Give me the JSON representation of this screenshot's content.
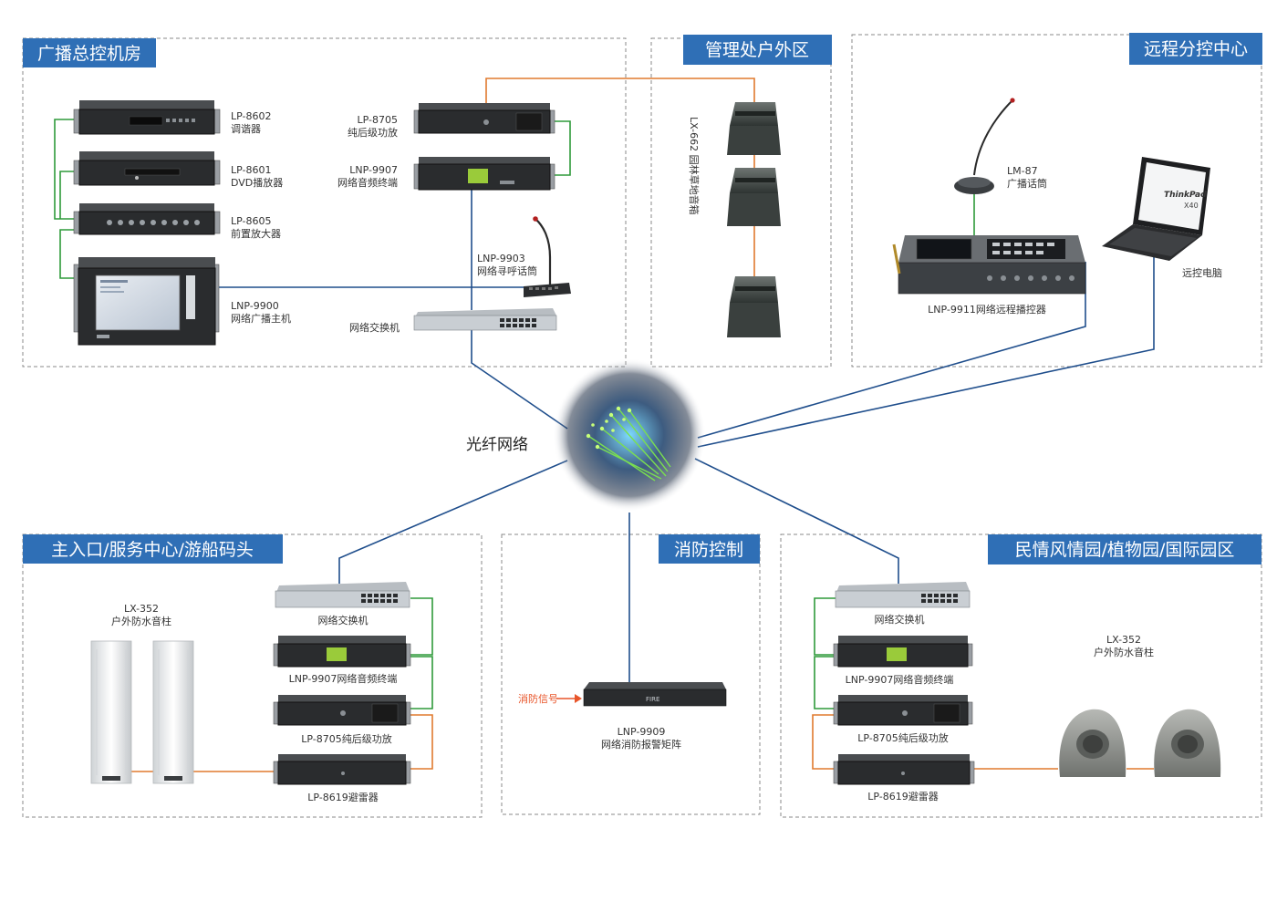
{
  "colors": {
    "zone_title_bg": "#2f6fb6",
    "zone_border": "#8a8a8a",
    "network_line": "#1f4e8c",
    "green_link": "#2e9a3a",
    "orange_link": "#e07a2e",
    "fire_signal": "#e8552a"
  },
  "zones": {
    "control_room": "广播总控机房",
    "mgmt_outdoor": "管理处户外区",
    "remote_center": "远程分控中心",
    "entrance": "主入口/服务中心/游船码头",
    "fire": "消防控制",
    "gardens": "民情风情园/植物园/国际园区"
  },
  "center": {
    "label": "光纤网络"
  },
  "control_room": {
    "tuner": {
      "model": "LP-8602",
      "name": "调谐器"
    },
    "dvd": {
      "model": "LP-8601",
      "name": "DVD播放器"
    },
    "preamp": {
      "model": "LP-8605",
      "name": "前置放大器"
    },
    "host": {
      "model": "LNP-9900",
      "name": "网络广播主机"
    },
    "amp": {
      "model": "LP-8705",
      "name": "纯后级功放"
    },
    "terminal": {
      "model": "LNP-9907",
      "name": "网络音频终端"
    },
    "paging_mic": {
      "model": "LNP-9903",
      "name": "网络寻呼话筒"
    },
    "switch": {
      "name": "网络交换机"
    }
  },
  "mgmt_outdoor": {
    "speaker": "LX-662 园林草地音箱"
  },
  "remote_center": {
    "mic": {
      "model": "LM-87",
      "name": "广播话筒"
    },
    "controller": "LNP-9911网络远程播控器",
    "pc": "远控电脑",
    "laptop_brand": "ThinkPad",
    "laptop_model": "X40"
  },
  "entrance": {
    "speaker": {
      "model": "LX-352",
      "name": "户外防水音柱"
    },
    "switch": "网络交换机",
    "terminal": "LNP-9907网络音频终端",
    "amp": "LP-8705纯后级功放",
    "arrester": "LP-8619避雷器"
  },
  "fire": {
    "signal": "消防信号",
    "matrix": {
      "model": "LNP-9909",
      "name": "网络消防报警矩阵"
    },
    "panel_text": "FIRE"
  },
  "gardens": {
    "speaker": {
      "model": "LX-352",
      "name": "户外防水音柱"
    },
    "switch": "网络交换机",
    "terminal": "LNP-9907网络音频终端",
    "amp": "LP-8705纯后级功放",
    "arrester": "LP-8619避雷器"
  }
}
